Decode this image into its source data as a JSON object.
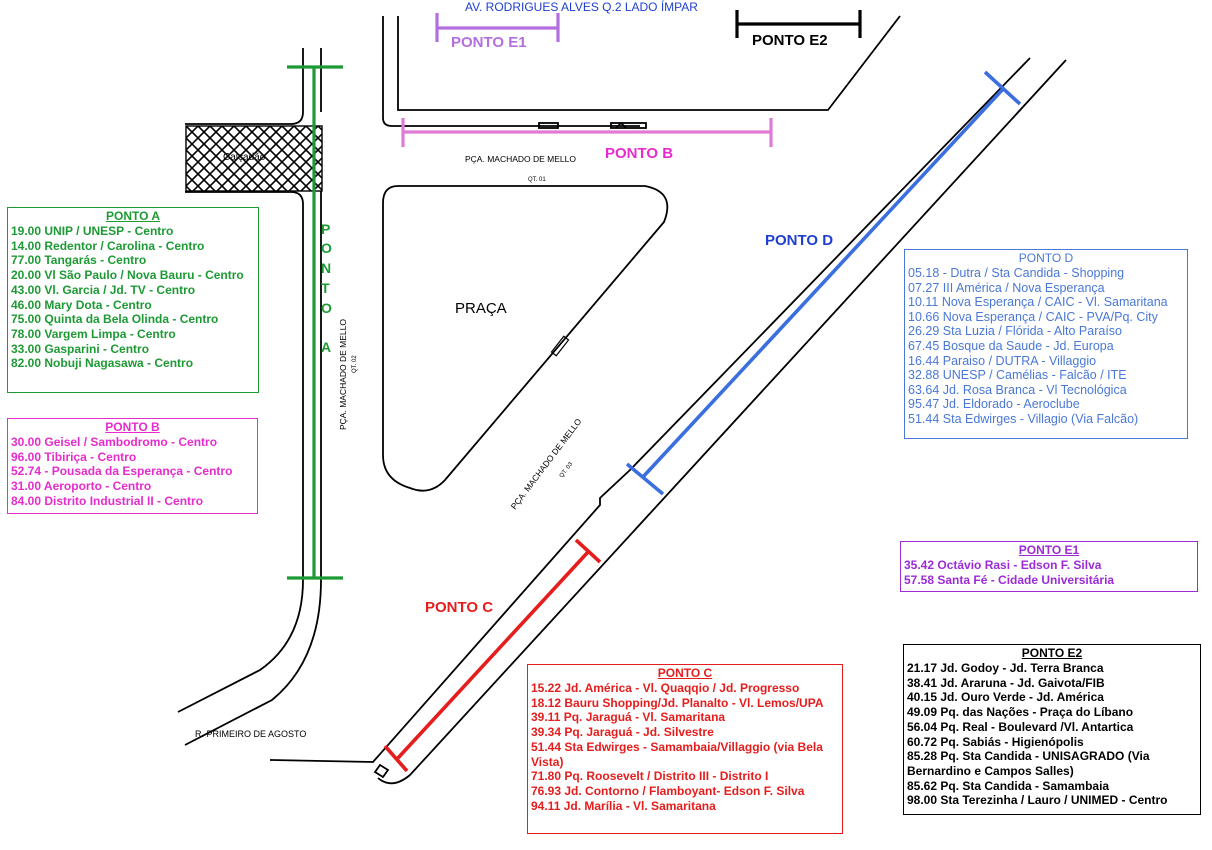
{
  "map": {
    "street_top": "AV. RODRIGUES ALVES Q.2 LADO ÍMPAR",
    "plaza_label": "PRAÇA",
    "viaduct_label": "Calçadão",
    "street_pca_top": "PÇA. MACHADO DE MELLO",
    "qt01": "QT. 01",
    "street_pca_left": "PÇA. MACHADO DE MELLO",
    "qt02": "QT. 02",
    "street_pca_diag": "PÇA. MACHADO DE MELLO",
    "qt03": "QT. 03",
    "street_bottom": "R. PRIMEIRO DE AGOSTO",
    "marker_e1": "PONTO E1",
    "marker_e2": "PONTO E2",
    "marker_b": "PONTO B",
    "marker_d": "PONTO D",
    "marker_c": "PONTO C",
    "marker_a_letters": [
      "P",
      "O",
      "N",
      "T",
      "O",
      "A"
    ]
  },
  "colors": {
    "ponto_a": "#1e9a35",
    "ponto_b": "#e62ccd",
    "ponto_c": "#e51d1d",
    "ponto_d": "#1f3fd0",
    "ponto_d_line": "#3b6fe0",
    "ponto_e1": "#b36fe0",
    "ponto_e2": "#000000"
  },
  "legends": {
    "a": {
      "title": "PONTO A",
      "items": [
        "19.00 UNIP / UNESP - Centro",
        "14.00 Redentor / Carolina - Centro",
        "77.00 Tangarás - Centro",
        "20.00 Vl São Paulo / Nova Bauru - Centro",
        "43.00 Vl. Garcia / Jd. TV - Centro",
        "46.00 Mary Dota - Centro",
        "75.00 Quinta da Bela Olinda - Centro",
        "78.00 Vargem Limpa - Centro",
        "33.00 Gasparini - Centro",
        "82.00 Nobuji Nagasawa - Centro"
      ]
    },
    "b": {
      "title": "PONTO B",
      "items": [
        "30.00 Geisel / Sambodromo - Centro",
        "96.00 Tibiriça - Centro",
        "52.74 - Pousada da Esperança - Centro",
        "31.00 Aeroporto - Centro",
        "84.00 Distrito Industrial II - Centro"
      ]
    },
    "d": {
      "title": "PONTO D",
      "items": [
        "05.18 - Dutra / Sta Candida - Shopping",
        "07.27 III América / Nova Esperança",
        "10.11 Nova Esperança / CAIC - Vl. Samaritana",
        "10.66 Nova Esperança / CAIC - PVA/Pq. City",
        "26.29 Sta Luzia / Flórida - Alto Paraíso",
        "67.45 Bosque da Saude - Jd. Europa",
        "16.44 Paraiso / DUTRA - Villaggio",
        "32.88 UNESP / Camélias - Falcão / ITE",
        "63.64 Jd. Rosa Branca - Vl Tecnológica",
        "95.47 Jd. Eldorado - Aeroclube",
        "51.44 Sta Edwirges - Villagio (Via Falcão)"
      ]
    },
    "e1": {
      "title": "PONTO E1",
      "items": [
        "35.42 Octávio Rasi - Edson F. Silva",
        "57.58 Santa Fé - Cidade Universitária"
      ]
    },
    "c": {
      "title": "PONTO C",
      "items": [
        "15.22 Jd. América - Vl. Quaqqio / Jd. Progresso",
        "18.12 Bauru Shopping/Jd. Planalto - Vl. Lemos/UPA",
        "39.11 Pq. Jaraguá - Vl. Samaritana",
        "39.34 Pq. Jaraguá - Jd. Silvestre",
        "51.44 Sta Edwirges - Samambaia/Villaggio (via Bela Vista)",
        "71.80 Pq. Roosevelt / Distrito III - Distrito I",
        "76.93 Jd. Contorno / Flamboyant- Edson F. Silva",
        "94.11 Jd. Marília - Vl. Samaritana"
      ]
    },
    "e2": {
      "title": "PONTO E2",
      "items": [
        "21.17 Jd. Godoy - Jd. Terra Branca",
        "38.41 Jd. Araruna - Jd. Gaivota/FIB",
        "40.15 Jd. Ouro Verde - Jd. América",
        "49.09 Pq. das Nações - Praça do Líbano",
        "56.04 Pq. Real - Boulevard /Vl. Antartica",
        "60.72 Pq. Sabiás - Higienópolis",
        "85.28 Pq. Sta Candida - UNISAGRADO (Via Bernardino e Campos Salles)",
        "85.62 Pq. Sta Candida - Samambaia",
        "98.00 Sta Terezinha / Lauro / UNIMED - Centro"
      ]
    }
  }
}
